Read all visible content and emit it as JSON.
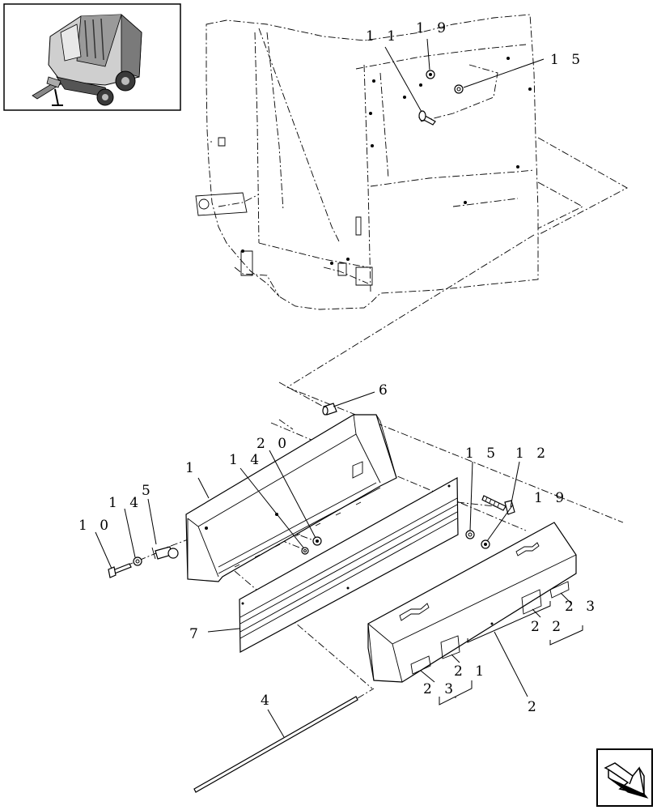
{
  "callouts": {
    "c1": "1",
    "c2": "2",
    "c4": "4",
    "c5": "5",
    "c6": "6",
    "c7": "7",
    "c10": "1 0",
    "c11": "1 1",
    "c12": "1 2",
    "c14a": "1 4",
    "c14b": "1 4",
    "c15a": "1 5",
    "c15b": "1 5",
    "c19a": "1 9",
    "c19b": "1 9",
    "c20": "2 0",
    "c21": "2 1",
    "c22": "2 2",
    "c23a": "2 3",
    "c23b": "2 3"
  },
  "icons": {
    "thumbnail": "baler-thumbnail",
    "nav": "next-page-arrow-icon"
  }
}
